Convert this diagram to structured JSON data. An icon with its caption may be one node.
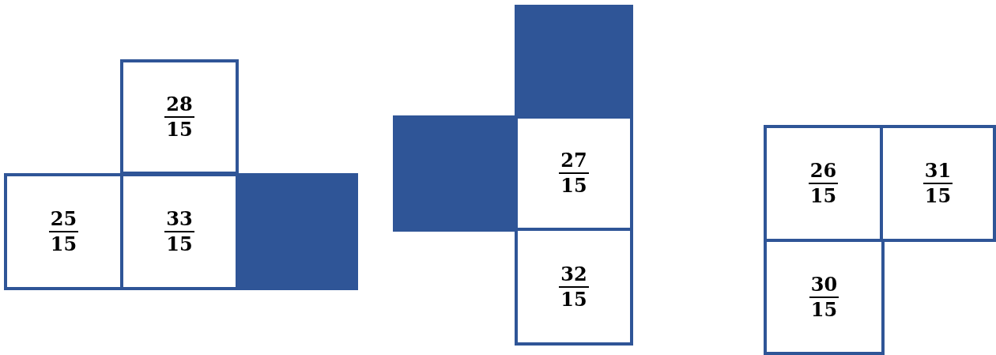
{
  "diagram": {
    "nodes": [
      {
        "text": [
          "28",
          "15"
        ]
      },
      {
        "text": [
          "25",
          "15"
        ]
      },
      {
        "text": [
          "33",
          "15"
        ]
      },
      {
        "text": [],
        "shape": "box"
      },
      {
        "text": [],
        "shape": "box"
      },
      {
        "text": [],
        "shape": "box"
      },
      {
        "text": [
          "27",
          "15"
        ]
      },
      {
        "text": [
          "32",
          "15"
        ]
      },
      {
        "text": [
          "26",
          "15"
        ]
      },
      {
        "text": [
          "31",
          "15"
        ]
      },
      {
        "text": [
          "30",
          "15"
        ]
      }
    ]
  }
}
